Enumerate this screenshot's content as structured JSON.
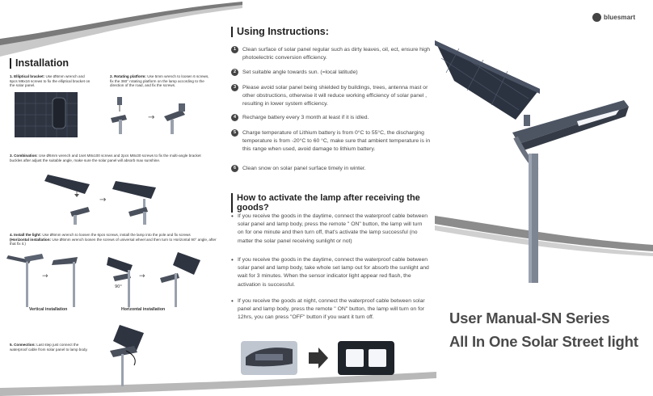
{
  "left": {
    "heading": "Installation",
    "step1": {
      "title": "1. Elliptical bracket:",
      "body": "Use Ø5mm wrench and 6pcs M6x16 screws to fix the elliptical bracket on the solar panel."
    },
    "step2": {
      "title": "2. Rotating platform:",
      "body": "Use 5mm wrench to loosen 6 screws, fix the 360° rotating platform on the lamp according to the direction of the road, and fix the screws."
    },
    "step3": {
      "title": "3. Combination:",
      "body": "Use Ø6mm wrench and 1set M8x100 screws and 2pcs M8x30 screws to fix the multi-angle bracket buckles after adjust the suitable angle, make sure the solar panel will absorb max sunshine."
    },
    "step4": {
      "title": "4. Install the light:",
      "body": "Use Ø6mm wrench to loosen the 6pcs screws, install the lamp into the pole and fix screws",
      "note_title": "(Horizontal installation:",
      "note_body": "Use Ø6mm wrench loosen the screws of universal wheel and then turn to Horizontal 90° angle, after that fix it.)"
    },
    "angle_label": "90°",
    "vertical_caption": "Vertical installation",
    "horizontal_caption": "Horizontal installation",
    "step5": {
      "title": "5. Connection:",
      "body": "Last step just connect the waterproof cable from solar panel to lamp body."
    }
  },
  "middle": {
    "heading": "Using Instructions:",
    "instructions": [
      {
        "num": "1",
        "text": "Clean surface of solar panel regular such as dirty leaves, oil, ect, ensure high photoelectric conversion efficiency."
      },
      {
        "num": "2",
        "text": "Set suitable angle towards sun. (=local latitude)"
      },
      {
        "num": "3",
        "text": "Please avoid solar panel being shielded by buildings, trees, antenna mast or other obstructions, otherwise it will reduce working efficiency of solar panel , resulting in lower system efficiency."
      },
      {
        "num": "4",
        "text": "Recharge battery every 3 month at least if it is idled."
      },
      {
        "num": "5",
        "text": "Charge temperature of Lithium battery is from 0°C to 55°C, the discharging temperature is from -20°C to 60 °C, make sure that ambient temperature is in this range when used, avoid damage to lithium battery."
      },
      {
        "num": "6",
        "text": "Clean snow on solar panel surface timely in winter."
      }
    ],
    "activate_heading": "How to activate the lamp after receiving the goods?",
    "bullets": [
      "If you receive the goods in the daytime, connect the waterproof cable between solar panel and lamp body, press the remote \" ON\" button, the lamp will turn on for one minute and then turn off, that's activate the lamp successful (no matter the solar panel receiving sunlight or not)",
      "If you receive the goods in the daytime, connect the waterproof cable between solar panel and lamp body, take whole set lamp out for absorb the sunlight and wait for 3 minutes. When the sensor indicator light appear red flash, the activation is successful.",
      "If you receive the goods at night, connect the waterproof cable between solar panel and lamp body, press the remote \" ON\" button, the lamp will turn on for 12hrs, you can press \"OFF\" button if you want it turn off."
    ]
  },
  "right": {
    "brand": "bluesmart",
    "title": "User Manual-SN Series",
    "subtitle": "All In One Solar Street light"
  },
  "colors": {
    "text_dark": "#222222",
    "title_gray": "#4a4a4a",
    "swoosh_gray": "#8c8c8c",
    "panel_dark": "#3a3f48",
    "pole_gray": "#7d8593"
  }
}
